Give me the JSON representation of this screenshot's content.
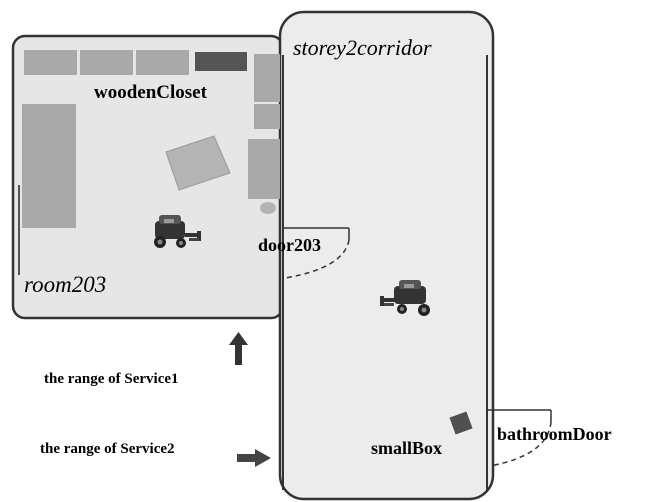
{
  "rooms": {
    "room": "room203",
    "corridor": "storey2corridor"
  },
  "objects": {
    "closet": "woodenCloset",
    "door": "door203",
    "box": "smallBox",
    "bathroom_door": "bathroomDoor"
  },
  "legend": {
    "service1": "the range of Service1",
    "service2": "the range of Service2"
  },
  "colors": {
    "room_fill": "#e6e6e6",
    "corridor_fill": "#ececec",
    "furniture": "#a9a9a9",
    "outline": "#333333",
    "box": "#505050"
  },
  "icons": {
    "robot": "mobile-robot-icon",
    "arrow_up": "arrow-up-icon",
    "arrow_right": "arrow-right-icon"
  }
}
